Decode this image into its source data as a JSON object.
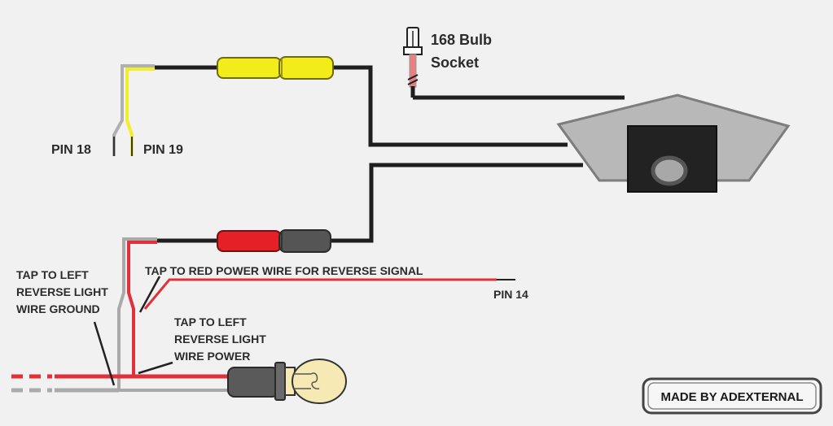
{
  "labels": {
    "bulb_socket_line1": "168 Bulb",
    "bulb_socket_line2": "Socket",
    "pin18": "PIN 18",
    "pin19": "PIN 19",
    "pin14": "PIN 14",
    "tap_ground_line1": "TAP TO LEFT",
    "tap_ground_line2": "REVERSE LIGHT",
    "tap_ground_line3": "WIRE GROUND",
    "tap_red_power": "TAP TO RED POWER WIRE FOR REVERSE SIGNAL",
    "tap_power_line1": "TAP TO LEFT",
    "tap_power_line2": "REVERSE LIGHT",
    "tap_power_line3": "WIRE POWER",
    "credit": "MADE BY ADEXTERNAL"
  },
  "colors": {
    "background": "#f1f1f1",
    "wire_black": "#1e1e1e",
    "wire_red": "#e0303a",
    "wire_gray": "#a9a9a9",
    "wire_yellow": "#f2ee2a",
    "connector_yellow": "#f2ec1a",
    "connector_red": "#e52026",
    "connector_dark": "#555555",
    "camera_housing": "#b8b8b8",
    "camera_body": "#222222",
    "camera_lens": "#a8a8a8",
    "bulb_glass": "#f7e9b4",
    "bulb_base": "#5a5a5a"
  }
}
